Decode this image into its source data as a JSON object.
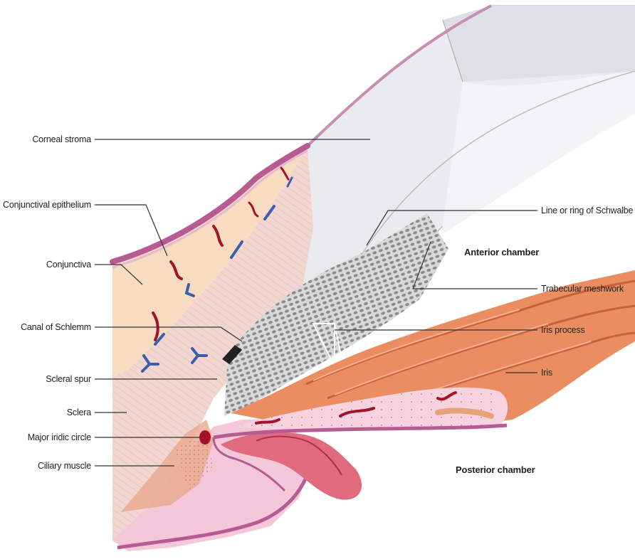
{
  "labels": {
    "corneal_stroma": "Corneal stroma",
    "conjunctival_epithelium": "Conjunctival epithelium",
    "conjunctiva": "Conjunctiva",
    "canal_of_schlemm": "Canal of Schlemm",
    "scleral_spur": "Scleral spur",
    "sclera": "Sclera",
    "major_iridic_circle": "Major iridic circle",
    "ciliary_muscle": "Ciliary muscle",
    "line_of_schwalbe": "Line or ring of Schwalbe",
    "anterior_chamber": "Anterior chamber",
    "trabecular_meshwork": "Trabecular meshwork",
    "iris_process": "Iris process",
    "iris": "Iris",
    "posterior_chamber": "Posterior chamber"
  },
  "colors": {
    "background": "#000000",
    "panel": "#ffffff",
    "cornea": "#e6e9ec",
    "sclera": "#f2d9d4",
    "conjunctiva": "#f6dcc0",
    "epithelium": "#b75b93",
    "iris": "#e9895f",
    "ciliary": "#f3bfd3",
    "vessel_red": "#a3122a",
    "vessel_blue": "#3b5fb0",
    "meshwork": "#8a8a8a"
  }
}
